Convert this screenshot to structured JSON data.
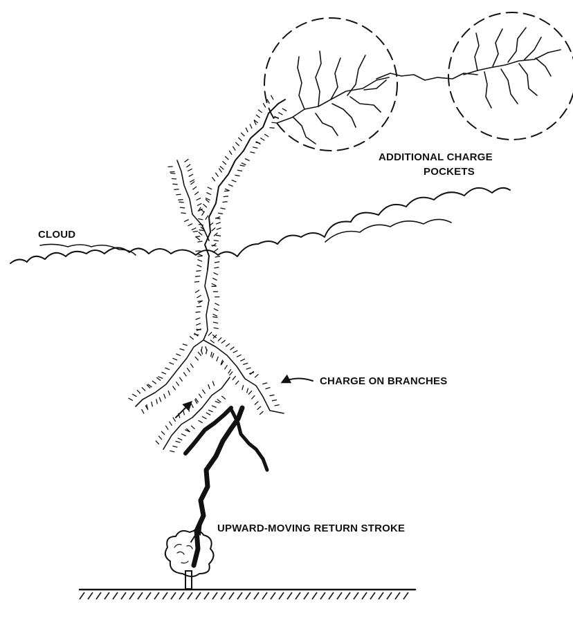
{
  "labels": {
    "cloud": "CLOUD",
    "pockets_line1": "ADDITIONAL CHARGE",
    "pockets_line2": "POCKETS",
    "branches": "CHARGE ON BRANCHES",
    "return_stroke": "UPWARD-MOVING RETURN STROKE"
  },
  "colors": {
    "ink": "#111111",
    "background": "#ffffff"
  },
  "icons": {
    "tree": "tree-icon",
    "arrow": "arrow-icon"
  }
}
